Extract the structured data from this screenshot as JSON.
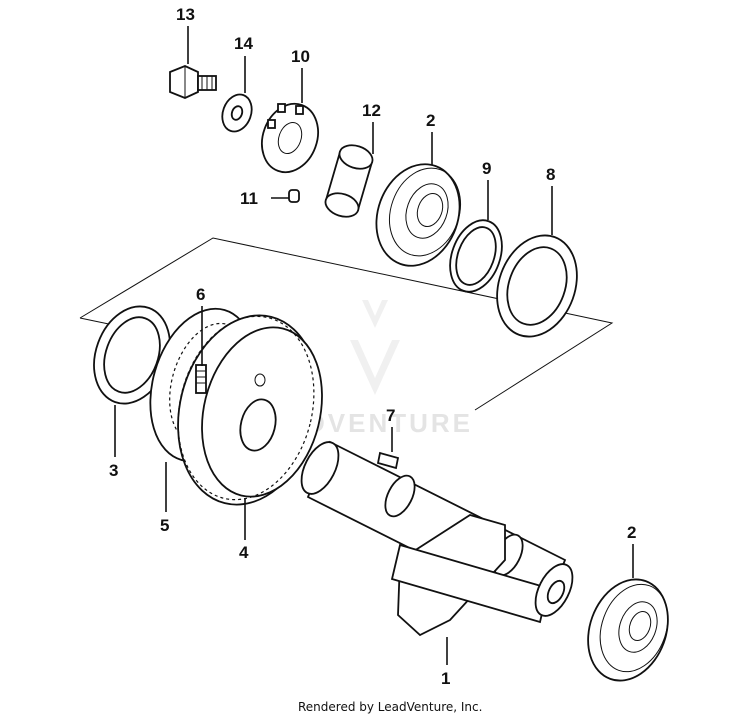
{
  "diagram": {
    "callouts": {
      "p1": "1",
      "p2_top": "2",
      "p2_bottom": "2",
      "p3": "3",
      "p4": "4",
      "p5": "5",
      "p6": "6",
      "p7": "7",
      "p8": "8",
      "p9": "9",
      "p10": "10",
      "p11": "11",
      "p12": "12",
      "p13": "13",
      "p14": "14"
    },
    "watermark": "LEADVENTURE",
    "footer": "Rendered by LeadVenture, Inc."
  }
}
